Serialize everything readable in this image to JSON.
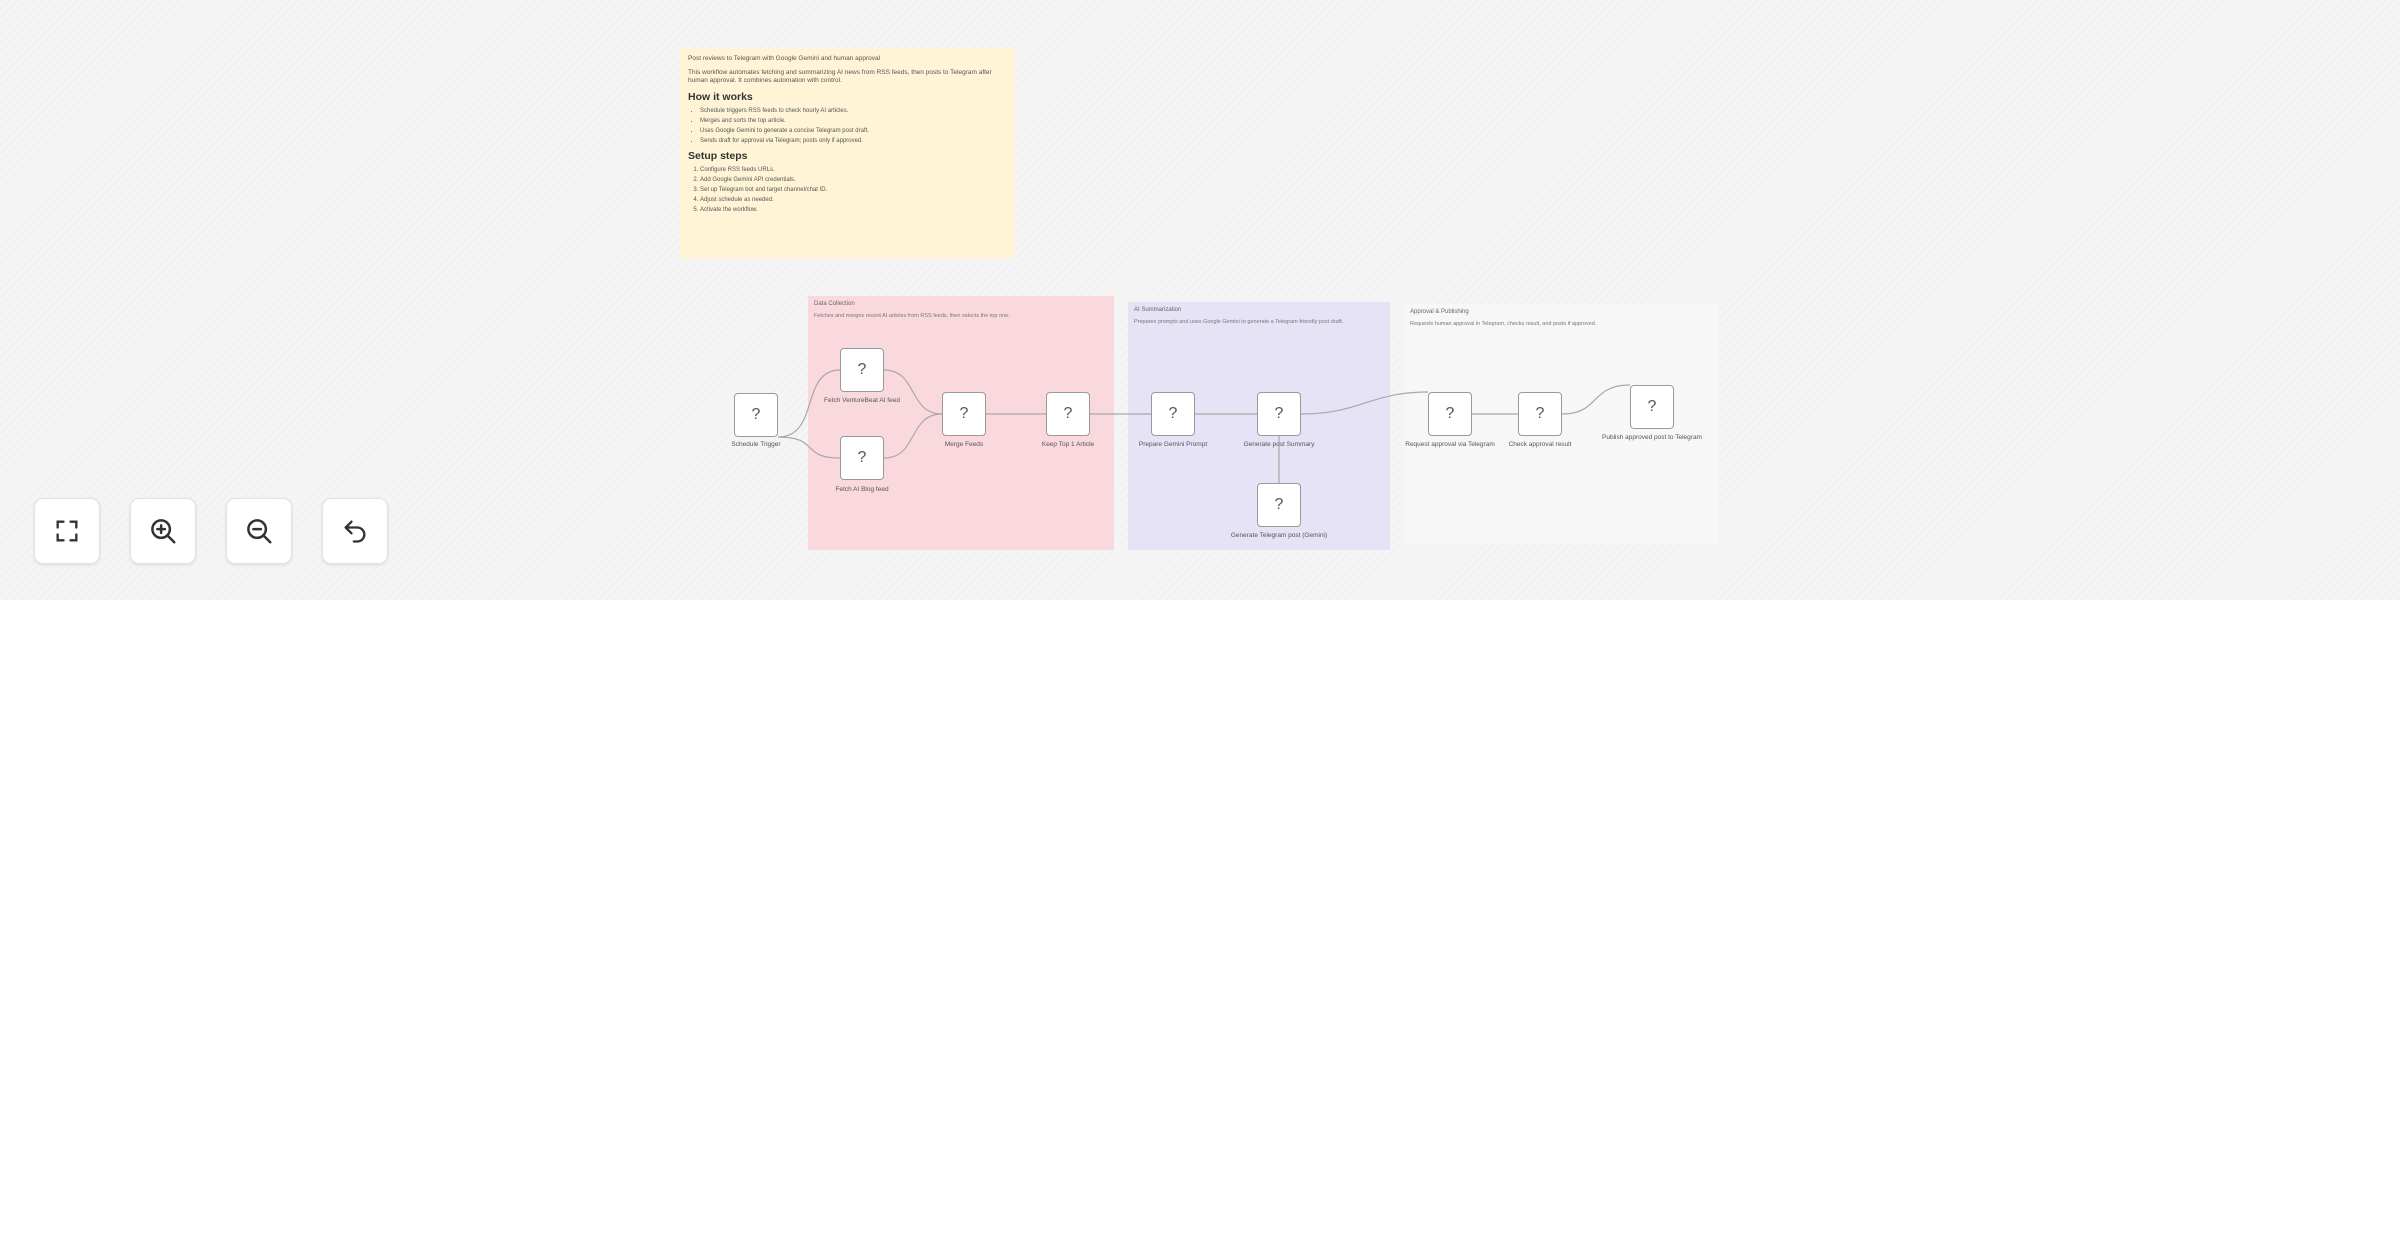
{
  "sticky_note": {
    "title_line": "Post reviews to Telegram with Google Gemini and human approval",
    "description": "This workflow automates fetching and summarizing AI news from RSS feeds, then posts to Telegram after human approval. It combines automation with control.",
    "how_heading": "How it works",
    "how_items": [
      "Schedule triggers RSS feeds to check hourly AI articles.",
      "Merges and sorts the top article.",
      "Uses Google Gemini to generate a concise Telegram post draft.",
      "Sends draft for approval via Telegram; posts only if approved."
    ],
    "setup_heading": "Setup steps",
    "setup_items": [
      "Configure RSS feeds URLs.",
      "Add Google Gemini API credentials.",
      "Set up Telegram bot and target channel/chat ID.",
      "Adjust schedule as needed.",
      "Activate the workflow."
    ]
  },
  "groups": {
    "data": {
      "title": "Data Collection",
      "desc": "Fetches and merges recent AI articles from RSS feeds, then selects the top one."
    },
    "ai": {
      "title": "AI Summarization",
      "desc": "Prepares prompts and uses Google Gemini to generate a Telegram-friendly post draft."
    },
    "publish": {
      "title": "Approval & Publishing",
      "desc": "Requests human approval in Telegram, checks result, and posts if approved."
    }
  },
  "nodes": {
    "schedule": {
      "label": "Schedule Trigger",
      "icon": "?"
    },
    "fetch_venture": {
      "label": "Fetch VentureBeat AI feed",
      "icon": "?"
    },
    "fetch_blog": {
      "label": "Fetch AI Blog feed",
      "icon": "?"
    },
    "merge": {
      "label": "Merge Feeds",
      "icon": "?"
    },
    "keep_top": {
      "label": "Keep Top 1 Article",
      "icon": "?"
    },
    "prepare": {
      "label": "Prepare Gemini Prompt",
      "icon": "?"
    },
    "gen_summary": {
      "label": "Generate post Summary",
      "icon": "?"
    },
    "gen_telegram": {
      "label": "Generate Telegram post (Gemini)",
      "icon": "?"
    },
    "request_approval": {
      "label": "Request approval via Telegram",
      "icon": "?"
    },
    "check_approval": {
      "label": "Check approval result",
      "icon": "?"
    },
    "publish": {
      "label": "Publish approved post to Telegram",
      "icon": "?"
    }
  },
  "controls": {
    "fit_view": "fullscreen-icon",
    "zoom_in": "zoom-in-icon",
    "zoom_out": "zoom-out-icon",
    "reset": "undo-icon"
  },
  "colors": {
    "note": "#fff5d6",
    "group_data": "#f9d9dd",
    "group_ai": "#e6e3f6",
    "group_publish": "#f7f7f7",
    "canvas": "#f5f5f5"
  }
}
